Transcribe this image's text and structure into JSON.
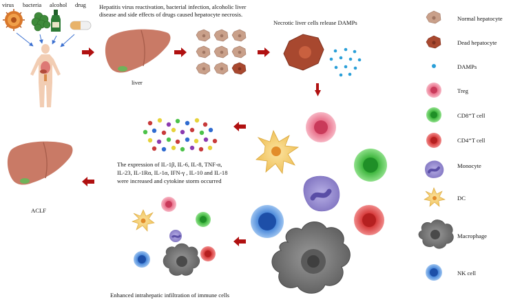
{
  "causes": {
    "virus": "virus",
    "bacteria": "bacteria",
    "alcohol": "alcohol",
    "drug": "drug"
  },
  "labels": {
    "intro_line1": "Hepatitis virus reactivation, bacterial infection, alcoholic liver",
    "intro_line2": "disease and side effects of drugs caused hepatocyte necrosis.",
    "necrotic": "Necrotic liver cells release DAMPs",
    "liver": "liver",
    "cytokine_line1": "The expression of IL-1β, IL-6, IL-8, TNF-α,",
    "cytokine_line2": "IL-23, IL-1Rα, IL-1α, IFN-γ , IL-10 and IL-18",
    "cytokine_line3": "were increased and cytokine storm occurred",
    "aclf": "ACLF",
    "infiltration": "Enhanced intrahepatic infiltration of immune cells"
  },
  "legend": [
    {
      "key": "normal",
      "label": "Normal hepatocyte"
    },
    {
      "key": "dead",
      "label": "Dead hepatocyte"
    },
    {
      "key": "damps",
      "label": "DAMPs"
    },
    {
      "key": "treg",
      "label": "Treg"
    },
    {
      "key": "cd8",
      "label": "CD8⁺T cell"
    },
    {
      "key": "cd4",
      "label": "CD4⁺T cell"
    },
    {
      "key": "monocyte",
      "label": "Monocyte"
    },
    {
      "key": "dc",
      "label": "DC"
    },
    {
      "key": "macrophage",
      "label": "Macrophage"
    },
    {
      "key": "nk",
      "label": "NK cell"
    }
  ],
  "colors": {
    "arrow_red": "#b01010",
    "arrow_blue": "#3a6fd0",
    "liver": "#c97a66",
    "liver_dark": "#a85e4c",
    "gallbladder": "#6fb35a",
    "normal_hepatocyte": "#c9a08a",
    "dead_hepatocyte": "#a8482f",
    "damps": "#2a9fd8",
    "treg": "#e8708a",
    "cd8": "#4cc24a",
    "cd4": "#d63a3a",
    "monocyte": "#9a8ccf",
    "dc": "#f2c96a",
    "macrophage": "#7a7a7a",
    "nk": "#3d7fd6"
  }
}
